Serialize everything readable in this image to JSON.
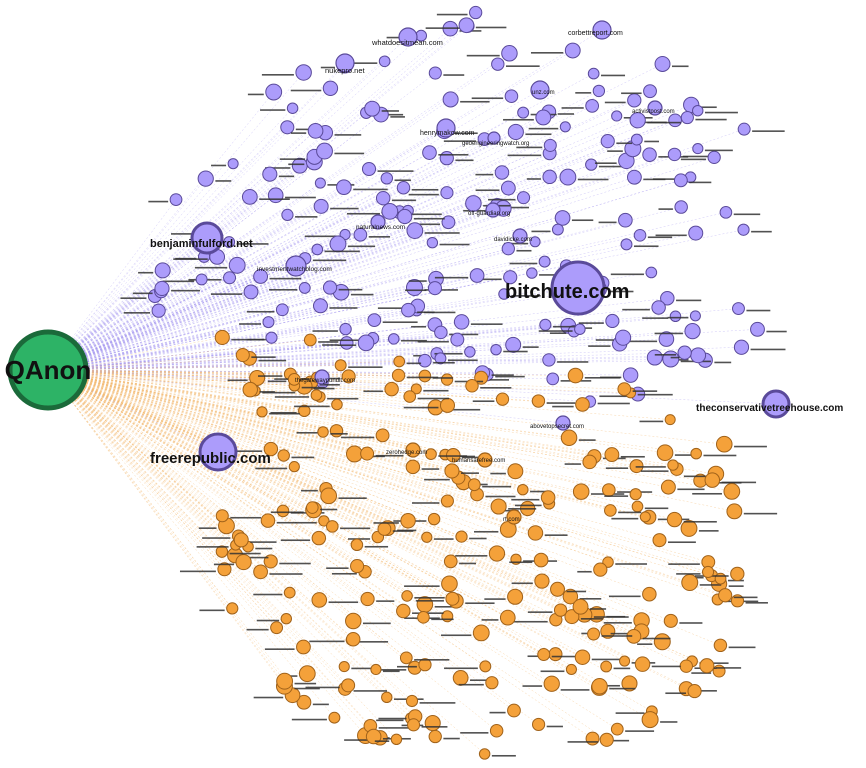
{
  "colors": {
    "hub": "#2db366",
    "hub_stroke": "#1b6a3a",
    "purple": "#ac9cfb",
    "purple_stroke": "#5a4a9a",
    "orange": "#f4a13a",
    "orange_stroke": "#a0621a",
    "edge_purple": "#a99cf0",
    "edge_orange": "#f2b66a"
  },
  "hub": {
    "label": "QAnon"
  },
  "labeled_nodes": [
    {
      "id": "bitchute",
      "label": "bitchute.com",
      "group": "purple",
      "size": "xl"
    },
    {
      "id": "freerepublic",
      "label": "freerepublic.com",
      "group": "purple",
      "size": "lg"
    },
    {
      "id": "benjaminfulford",
      "label": "benjaminfulford.net",
      "group": "purple",
      "size": "lg"
    },
    {
      "id": "conservativetreehouse",
      "label": "theconservativetreehouse.com",
      "group": "purple",
      "size": "md"
    },
    {
      "id": "whatdoesitmean",
      "label": "whatdoesitmean.com",
      "group": "purple",
      "size": "sm"
    },
    {
      "id": "corbettreport",
      "label": "corbettreport.com",
      "group": "purple",
      "size": "sm"
    },
    {
      "id": "nukepro",
      "label": "nukepro.net",
      "group": "purple",
      "size": "sm"
    },
    {
      "id": "henrymakow",
      "label": "henrymakow.com",
      "group": "purple",
      "size": "sm"
    },
    {
      "id": "geoengineeringwatch",
      "label": "geoengineeringwatch.org",
      "group": "purple",
      "size": "sm"
    },
    {
      "id": "naturalnews",
      "label": "naturalnews.com",
      "group": "purple",
      "size": "sm"
    },
    {
      "id": "investmentwatchblog",
      "label": "investmentwatchblog.com",
      "group": "purple",
      "size": "sm"
    },
    {
      "id": "activistpost",
      "label": "activistpost.com",
      "group": "purple",
      "size": "sm"
    },
    {
      "id": "off-guardian",
      "label": "off-guardian.org",
      "group": "purple",
      "size": "sm"
    },
    {
      "id": "davidicke",
      "label": "davidicke.com",
      "group": "purple",
      "size": "sm"
    },
    {
      "id": "thegatewaypundit",
      "label": "thegatewaypundit.com",
      "group": "purple",
      "size": "sm"
    },
    {
      "id": "abovetopsecret",
      "label": "abovetopsecret.com",
      "group": "purple",
      "size": "sm"
    },
    {
      "id": "zerohedge",
      "label": "zerohedge.com",
      "group": "orange",
      "size": "sm"
    },
    {
      "id": "humansarefree",
      "label": "humansarefree.com",
      "group": "orange",
      "size": "sm"
    },
    {
      "id": "rt",
      "label": "rt.com",
      "group": "orange",
      "size": "sm"
    },
    {
      "id": "unz",
      "label": "unz.com",
      "group": "purple",
      "size": "sm"
    }
  ],
  "cluster": {
    "purple_count": 190,
    "orange_count": 230,
    "note_labels": "small unreadable domain labels next to each node"
  }
}
